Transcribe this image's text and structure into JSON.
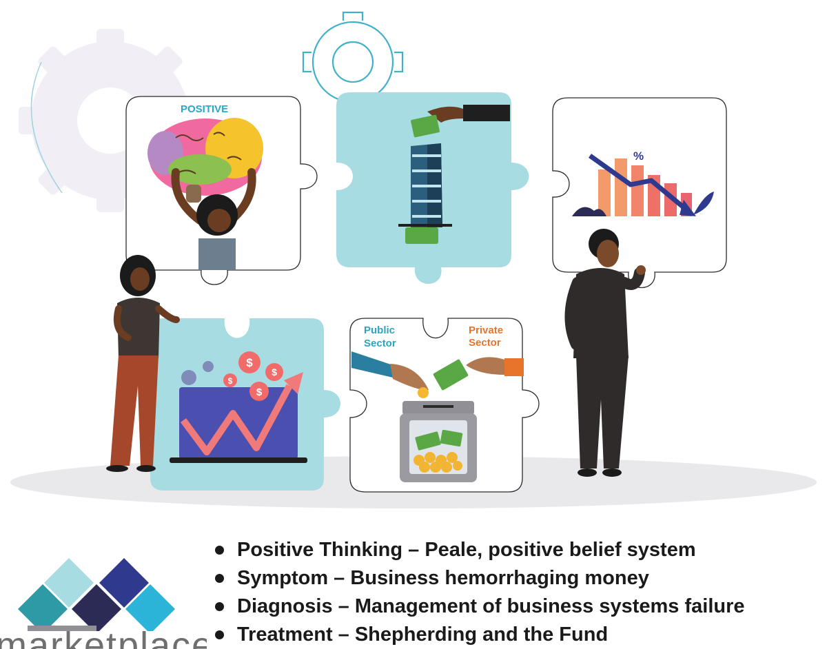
{
  "labels": {
    "positive": "POSITIVE",
    "public_sector": [
      "Public",
      "Sector"
    ],
    "private_sector": [
      "Private",
      "Sector"
    ],
    "percent": "%"
  },
  "bullets": [
    "Positive Thinking – Peale, positive belief system",
    "Symptom – Business hemorrhaging money",
    "Diagnosis –  Management of business systems failure",
    "Treatment – Shepherding and the Fund"
  ],
  "logo": {
    "text": "marketplace"
  },
  "colors": {
    "teal_piece": "#a8dce3",
    "gear_outline": "#3fb1c9",
    "positive_label": "#27a9c5",
    "public_label": "#2aa4c2",
    "private_label": "#e8742c",
    "logo_light_blue": "#a8dce3",
    "logo_navy": "#2f3a8f",
    "logo_teal": "#2d9aa6",
    "logo_dark": "#2b2b55",
    "logo_cyan": "#2cb3d8"
  }
}
